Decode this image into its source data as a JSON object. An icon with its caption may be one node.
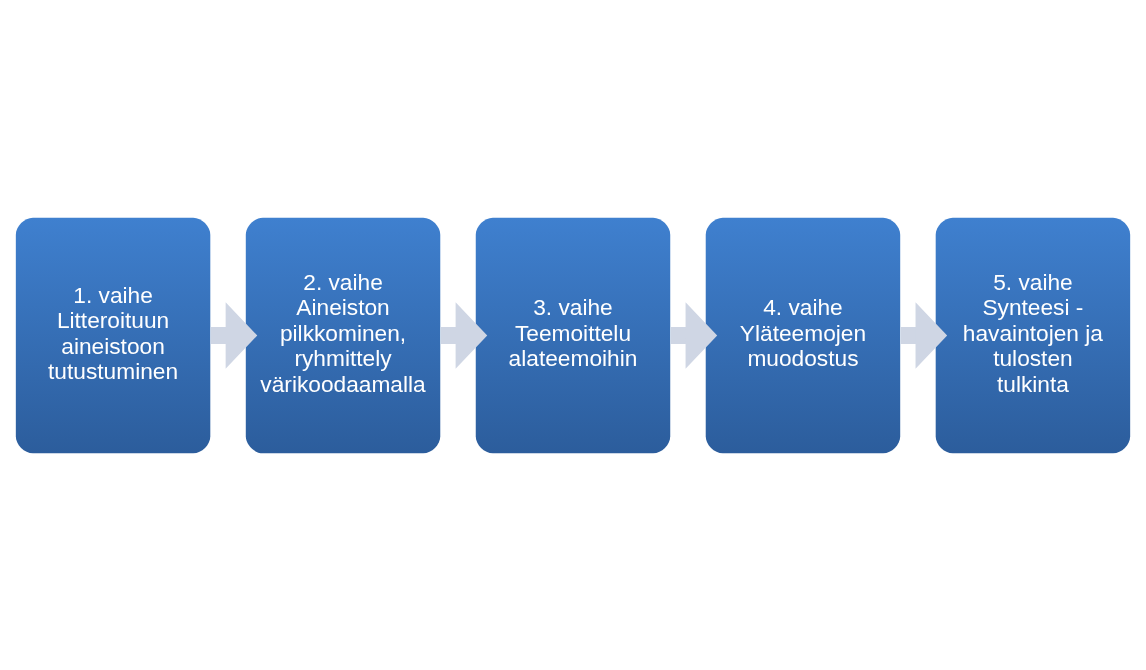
{
  "diagram": {
    "nodes": [
      {
        "text": [
          "1. vaihe",
          "Litteroituun aineistoon tutustuminen"
        ]
      },
      {
        "text": [
          "2. vaihe",
          "Aineiston pilkkominen, ryhmittely värikoodaamalla"
        ]
      },
      {
        "text": [
          "3. vaihe",
          "Teemoittelu alateemoihin"
        ]
      },
      {
        "text": [
          "4. vaihe",
          "Yläteemojen muodostus"
        ]
      },
      {
        "text": [
          "5. vaihe",
          "Synteesi - havaintojen ja tulosten tulkinta"
        ]
      }
    ],
    "edges": [
      {
        "from": 0,
        "to": 1,
        "arrow": "to"
      },
      {
        "from": 1,
        "to": 2,
        "arrow": "to"
      },
      {
        "from": 2,
        "to": 3,
        "arrow": "to"
      },
      {
        "from": 3,
        "to": 4,
        "arrow": "to"
      }
    ]
  }
}
